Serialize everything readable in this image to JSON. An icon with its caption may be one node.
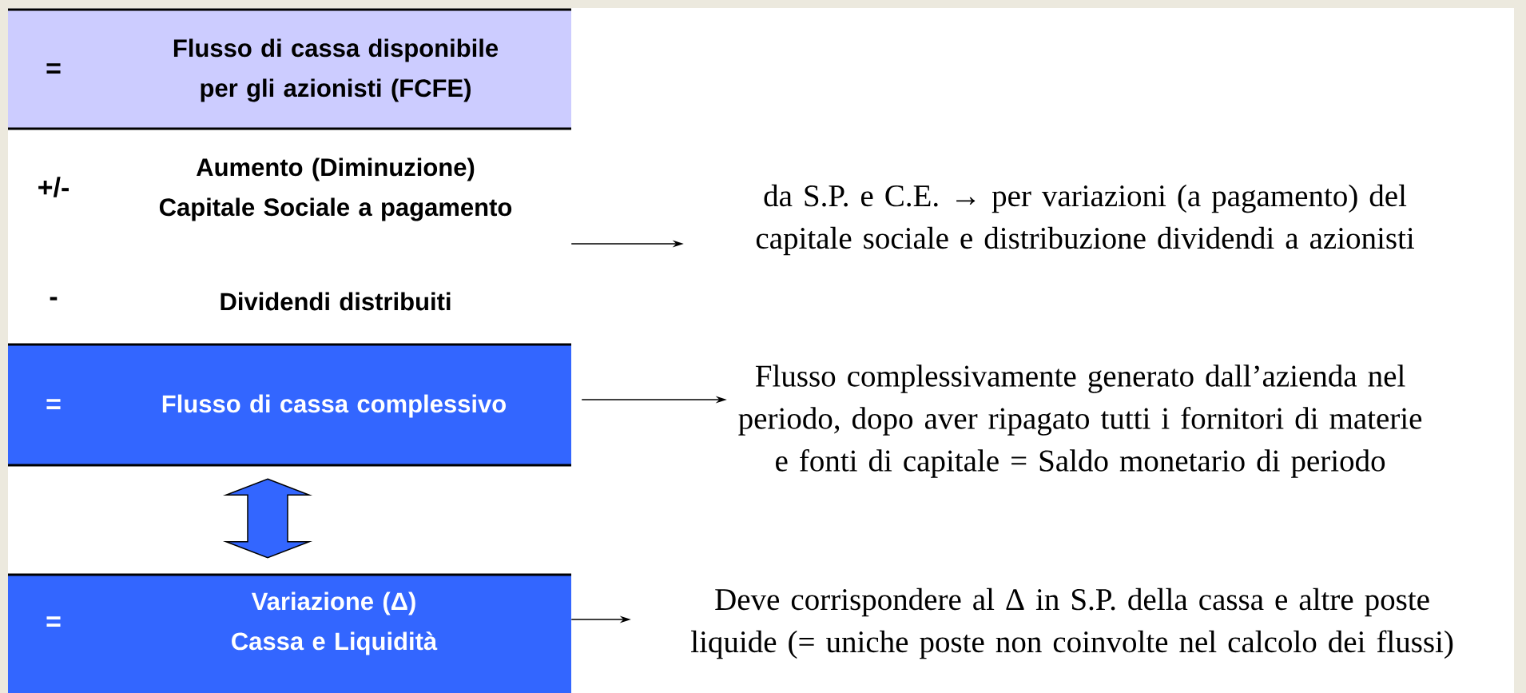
{
  "diagram": {
    "nodes": [
      {
        "text": [
          "=",
          "Flusso di cassa disponibile per gli azionisti (FCFE)"
        ]
      },
      {
        "text": [
          "+/-",
          "Aumento (Diminuzione) Capitale Sociale a pagamento",
          "-",
          "Dividendi distribuiti"
        ]
      },
      {
        "text": [
          "=",
          "Flusso di cassa complessivo"
        ]
      },
      {
        "text": [
          "=",
          "Variazione (Δ) Cassa e Liquidità"
        ]
      },
      {
        "text": [
          "da S.P. e C.E. → per variazioni (a pagamento) del capitale sociale e distribuzione dividendi a azionisti"
        ]
      },
      {
        "text": [
          "Flusso complessivamente generato dall’azienda nel periodo, dopo aver ripagato tutti i fornitori di materie e fonti di capitale = Saldo monetario di periodo"
        ]
      },
      {
        "text": [
          "Deve corrispondere al Δ in S.P. della cassa e altre poste liquide (= uniche poste non coinvolte nel calcolo dei flussi)"
        ]
      }
    ],
    "edges": [
      {
        "from": 1,
        "to": 4,
        "arrow": "to"
      },
      {
        "from": 2,
        "to": 5,
        "arrow": "to"
      },
      {
        "from": 3,
        "to": 6,
        "arrow": "to"
      },
      {
        "from": 2,
        "to": 3,
        "arrow": "both",
        "style": "thick",
        "color": "#3366ff"
      }
    ]
  }
}
